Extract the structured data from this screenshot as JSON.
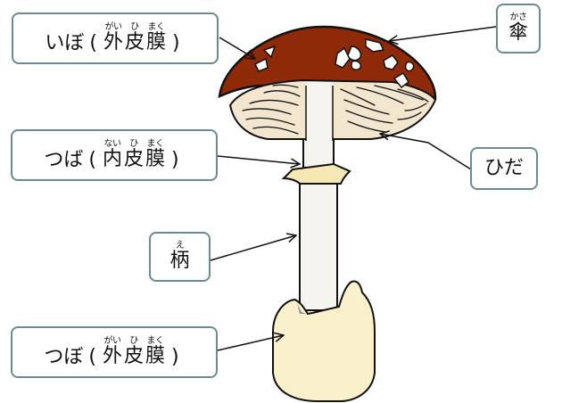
{
  "labels": {
    "ibo": {
      "pre": "いぼ",
      "open": "(",
      "ruby": [
        {
          "base": "外",
          "rt": "がい"
        },
        {
          "base": "皮",
          "rt": "ひ"
        },
        {
          "base": "膜",
          "rt": "まく"
        }
      ],
      "close": ")"
    },
    "kasa": {
      "base": "傘",
      "rt": "かさ"
    },
    "tsuba": {
      "pre": "つば",
      "open": "(",
      "ruby": [
        {
          "base": "内",
          "rt": "ない"
        },
        {
          "base": "皮",
          "rt": "ひ"
        },
        {
          "base": "膜",
          "rt": "まく"
        }
      ],
      "close": ")"
    },
    "hida": {
      "text": "ひだ"
    },
    "e": {
      "base": "柄",
      "rt": "え"
    },
    "tsubo": {
      "pre": "つぼ",
      "open": "(",
      "ruby": [
        {
          "base": "外",
          "rt": "がい"
        },
        {
          "base": "皮",
          "rt": "ひ"
        },
        {
          "base": "膜",
          "rt": "まく"
        }
      ],
      "close": ")"
    }
  },
  "colors": {
    "cap": "#8f2a08",
    "gills": "#f3e6cf",
    "stem": "#f6f4ee",
    "ring": "#f7e7b4",
    "volva": "#fbf0cc",
    "box_border": "#6d8a93",
    "outline": "#111111"
  }
}
